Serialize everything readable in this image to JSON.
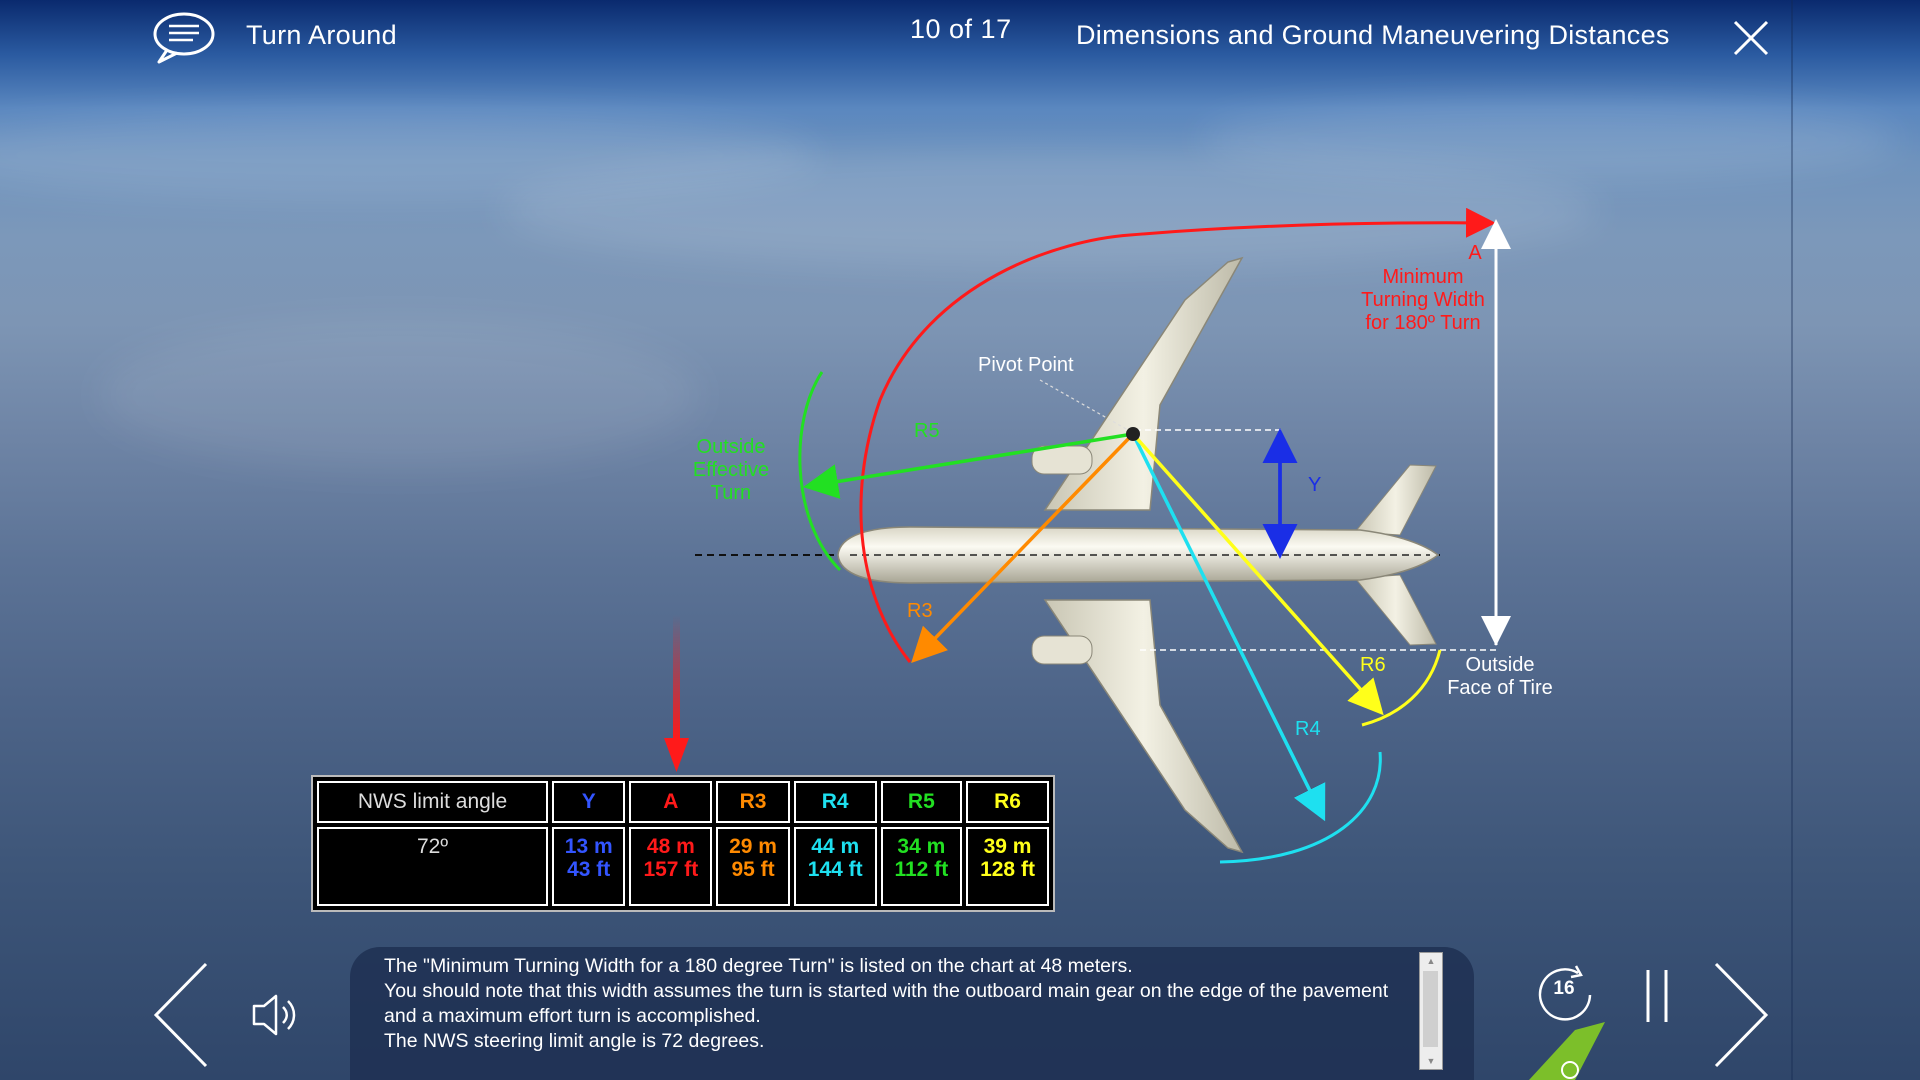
{
  "header": {
    "title": "Turn Around",
    "page_indicator": "10 of 17",
    "section_title": "Dimensions and Ground Maneuvering Distances"
  },
  "diagram": {
    "labels": {
      "pivot_point": "Pivot Point",
      "outside_effective_turn": "Outside\nEffective\nTurn",
      "a": "A",
      "min_turning_width": "Minimum\nTurning Width\nfor 180º Turn",
      "outside_face_of_tire": "Outside\nFace of Tire",
      "r3": "R3",
      "r4": "R4",
      "r5": "R5",
      "r6": "R6",
      "y": "Y"
    }
  },
  "table": {
    "headers": [
      "NWS limit angle",
      "Y",
      "A",
      "R3",
      "R4",
      "R5",
      "R6"
    ],
    "row": {
      "angle": "72º",
      "y": [
        "13 m",
        "43 ft"
      ],
      "a": [
        "48 m",
        "157 ft"
      ],
      "r3": [
        "29 m",
        "95 ft"
      ],
      "r4": [
        "44 m",
        "144 ft"
      ],
      "r5": [
        "34 m",
        "112 ft"
      ],
      "r6": [
        "39 m",
        "128 ft"
      ]
    }
  },
  "colors": {
    "y": "#3355ff",
    "a": "#ff1a1a",
    "r3": "#ff8a00",
    "r4": "#1ee0f0",
    "r5": "#22e022",
    "r6": "#ffff1a"
  },
  "narration": {
    "lines": [
      "The \"Minimum Turning Width for a 180 degree Turn\" is listed on the chart at 48 meters.",
      "You should note that this width assumes the turn is started with the outboard main gear on the edge of the pavement and a maximum effort turn is accomplished.",
      "The NWS steering limit angle is 72 degrees."
    ]
  },
  "controls": {
    "replay_seconds": "16"
  },
  "icons": [
    "chat-bubble-icon",
    "close-icon",
    "back-arrow-icon",
    "speaker-icon",
    "replay-icon",
    "pause-icon",
    "next-arrow-icon"
  ]
}
